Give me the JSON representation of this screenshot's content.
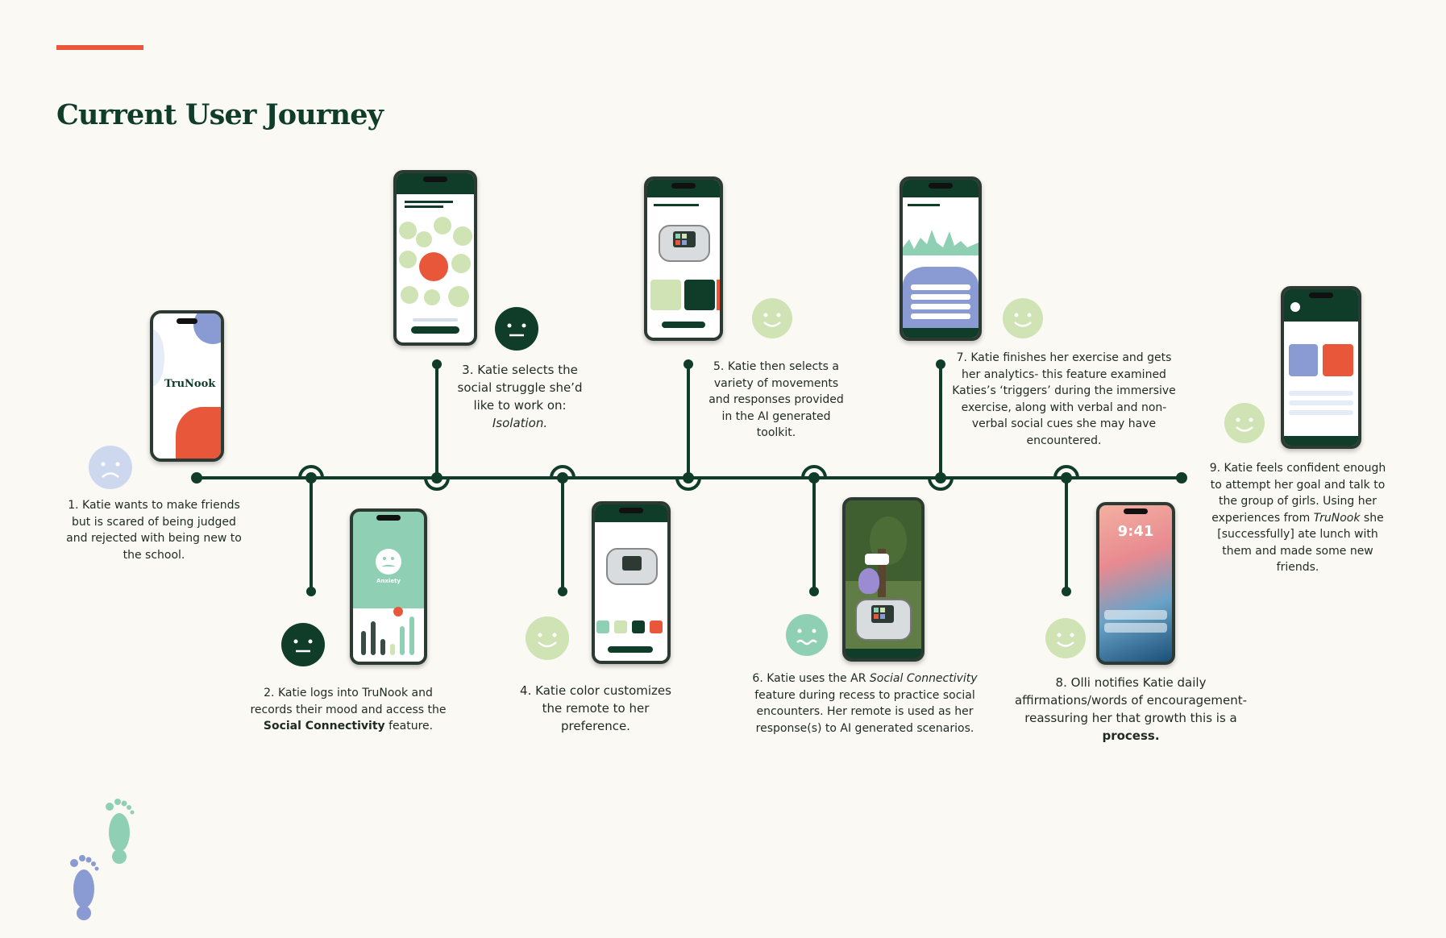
{
  "title": "Current User Journey",
  "colors": {
    "accent": "#e8573a",
    "brand_dark": "#0f3d2a",
    "brand_light": "#cfe3b4",
    "mint": "#8fd0b4",
    "lavender": "#8a9bd3",
    "sad_blue": "#cdd8ef"
  },
  "logo_text": "TruNook",
  "steps": [
    {
      "num": "1.",
      "text": "Katie wants to make friends but is scared of being judged and rejected with being new to the school.",
      "mood": "sad"
    },
    {
      "num": "2.",
      "text": "Katie logs into TruNook and records their mood and access the",
      "bold": "Social Connectivity",
      "after": "feature.",
      "mood": "neutral"
    },
    {
      "num": "3.",
      "text": "Katie selects the social struggle she’d like to work on:",
      "italic": "Isolation.",
      "mood": "neutral"
    },
    {
      "num": "4.",
      "text": "Katie color customizes the remote to her preference.",
      "mood": "happy"
    },
    {
      "num": "5.",
      "text": "Katie then selects a variety of movements and responses provided in the AI generated toolkit.",
      "mood": "happy"
    },
    {
      "num": "6.",
      "text": "Katie uses the AR",
      "italic": "Social Connectivity",
      "after": "feature during recess to practice social encounters. Her remote is used as her response(s) to AI generated scenarios.",
      "mood": "nervous"
    },
    {
      "num": "7.",
      "text": "Katie finishes her exercise and gets her analytics- this feature examined Katies’s ‘triggers’ during the immersive exercise, along with verbal and non-verbal social cues she may have encountered.",
      "mood": "happy"
    },
    {
      "num": "8.",
      "text": "Olli notifies Katie daily affirmations/words of encouragement- reassuring her that growth this is a",
      "bold": "process.",
      "mood": "happy"
    },
    {
      "num": "9.",
      "text": "Katie feels confident enough to attempt her goal and talk to the group of girls. Using her experiences from",
      "italic": "TruNook",
      "after": "she [successfully] ate lunch with them and made some new friends.",
      "mood": "happy"
    }
  ],
  "phones": {
    "mood_label": "Anxiety",
    "lock_time": "9:41"
  },
  "icons": [
    "footprint-icon"
  ]
}
